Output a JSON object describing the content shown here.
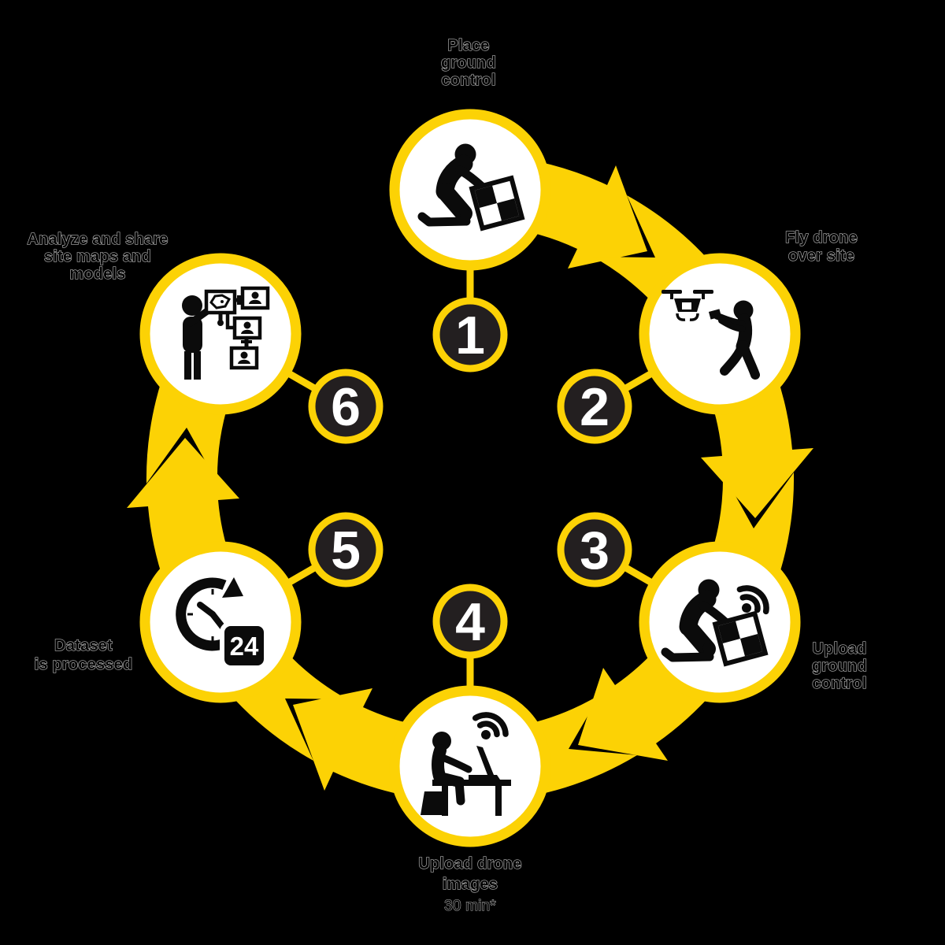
{
  "diagram": {
    "kind": "circular-workflow",
    "step_count": 6,
    "flow": "clockwise"
  },
  "colors": {
    "yellow": "#FCD205",
    "badge_dark": "#231F20",
    "circle_fill": "#FFFFFF",
    "background": "#000000",
    "icon_ink": "#0B0B0B",
    "label_text": "#000000",
    "label_outline": "#B5B5B5",
    "number_text": "#FFFFFF"
  },
  "steps": [
    {
      "number": "1",
      "label_lines": [
        "Place",
        "ground",
        "control"
      ],
      "icon": "person-placing-ground-control-icon"
    },
    {
      "number": "2",
      "label_lines": [
        "Fly drone",
        "over site"
      ],
      "icon": "person-flying-drone-icon"
    },
    {
      "number": "3",
      "label_lines": [
        "Upload",
        "ground",
        "control"
      ],
      "icon": "person-uploading-ground-control-icon"
    },
    {
      "number": "4",
      "label_lines": [
        "Upload drone",
        "images"
      ],
      "note": "30 min*",
      "icon": "person-uploading-images-laptop-icon"
    },
    {
      "number": "5",
      "label_lines": [
        "Dataset",
        "is processed"
      ],
      "icon": "clock-24-hour-processing-icon",
      "icon_text": "24"
    },
    {
      "number": "6",
      "label_lines": [
        "Analyze and share",
        "site maps and",
        "models"
      ],
      "icon": "person-sharing-maps-icon"
    }
  ]
}
